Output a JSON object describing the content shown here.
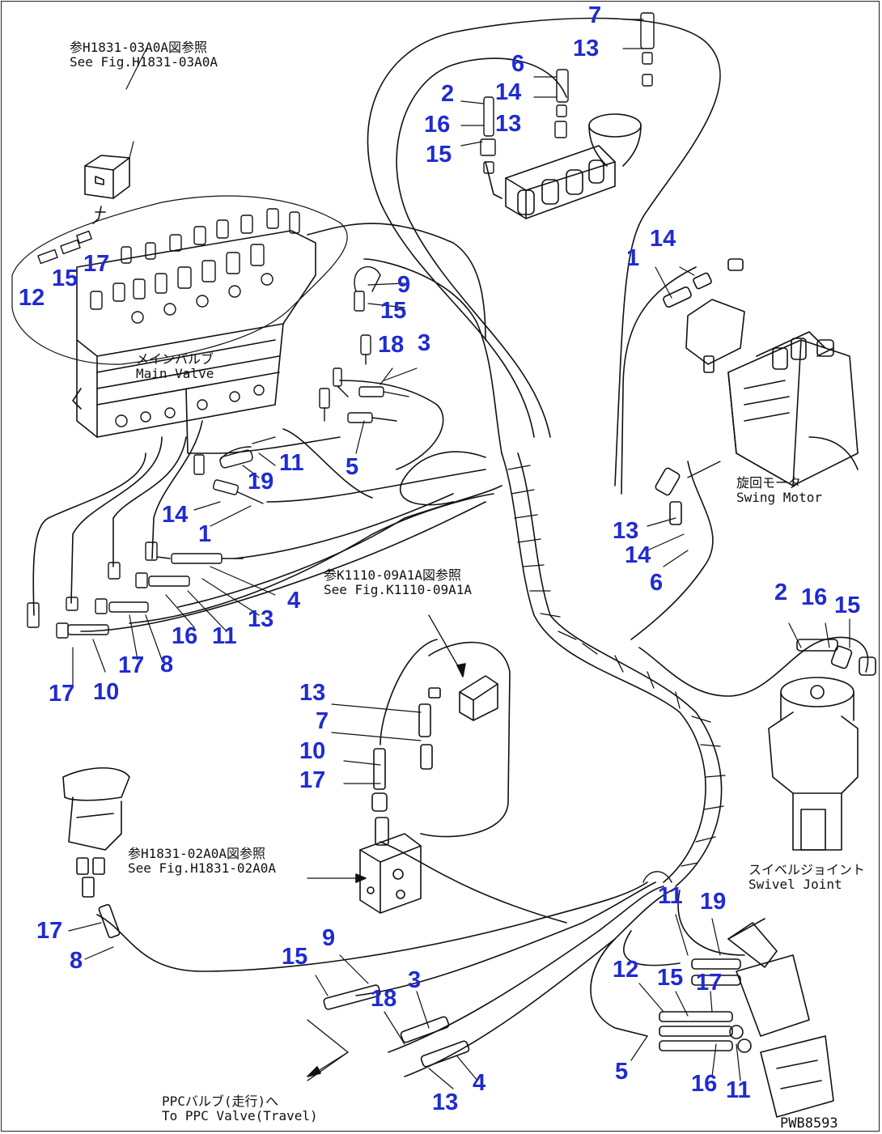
{
  "figure_code": "PWB8593",
  "notes": {
    "h1831_03a0a": {
      "ja": "参H1831-03A0A図参照",
      "en": "See Fig.H1831-03A0A"
    },
    "main_valve": {
      "ja": "メインバルブ",
      "en": "Main Valve"
    },
    "swing_motor": {
      "ja": "旋回モータ",
      "en": "Swing Motor"
    },
    "k1110_09a1a": {
      "ja": "参K1110-09A1A図参照",
      "en": "See Fig.K1110-09A1A"
    },
    "h1831_02a0a": {
      "ja": "参H1831-02A0A図参照",
      "en": "See Fig.H1831-02A0A"
    },
    "swivel_joint": {
      "ja": "スイベルジョイント",
      "en": "Swivel Joint"
    },
    "ppc_valve_travel": {
      "ja": "PPCバルブ(走行)へ",
      "en": "To PPC Valve(Travel)"
    }
  },
  "callouts": {
    "c01": "7",
    "c02": "13",
    "c03": "6",
    "c04": "2",
    "c05": "14",
    "c06": "16",
    "c07": "13",
    "c08": "15",
    "c09": "17",
    "c10": "15",
    "c11": "12",
    "c12": "9",
    "c13": "15",
    "c14": "1",
    "c15": "14",
    "c16": "18",
    "c17": "3",
    "c18": "11",
    "c19": "19",
    "c20": "5",
    "c21": "14",
    "c22": "1",
    "c23": "4",
    "c24": "13",
    "c25": "16",
    "c26": "11",
    "c27": "17",
    "c28": "8",
    "c29": "17",
    "c30": "10",
    "c31": "13",
    "c32": "14",
    "c33": "6",
    "c34": "2",
    "c35": "16",
    "c36": "15",
    "c37": "13",
    "c38": "7",
    "c39": "10",
    "c40": "17",
    "c41": "17",
    "c42": "8",
    "c43": "9",
    "c44": "15",
    "c45": "3",
    "c46": "18",
    "c47": "11",
    "c48": "19",
    "c49": "12",
    "c50": "15",
    "c51": "17",
    "c52": "5",
    "c53": "13",
    "c54": "4",
    "c55": "16",
    "c56": "11"
  },
  "colors": {
    "callout": "#1f2bd1",
    "line": "#111111",
    "background": "#ffffff"
  },
  "icons": [
    "main-valve-drawing",
    "ppc-valve-drawing",
    "swing-motor-drawing",
    "swivel-joint-drawing",
    "solenoid-block-drawing",
    "travel-pedal-drawing"
  ]
}
